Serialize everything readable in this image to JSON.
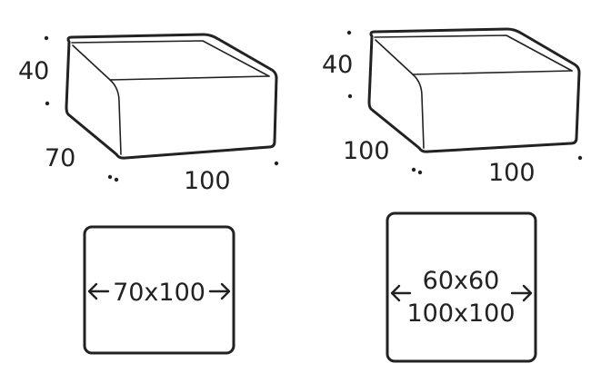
{
  "colors": {
    "line": "#222222",
    "background": "#ffffff"
  },
  "pouf_a": {
    "height_label": "40",
    "depth_label": "70",
    "width_label": "100",
    "plan_label": "70x100"
  },
  "pouf_b": {
    "height_label": "40",
    "depth_label": "100",
    "width_label": "100",
    "plan_label_line1": "60x60",
    "plan_label_line2": "100x100"
  },
  "icons": {
    "left_arrow": "arrow-left-icon",
    "right_arrow": "arrow-right-icon"
  }
}
